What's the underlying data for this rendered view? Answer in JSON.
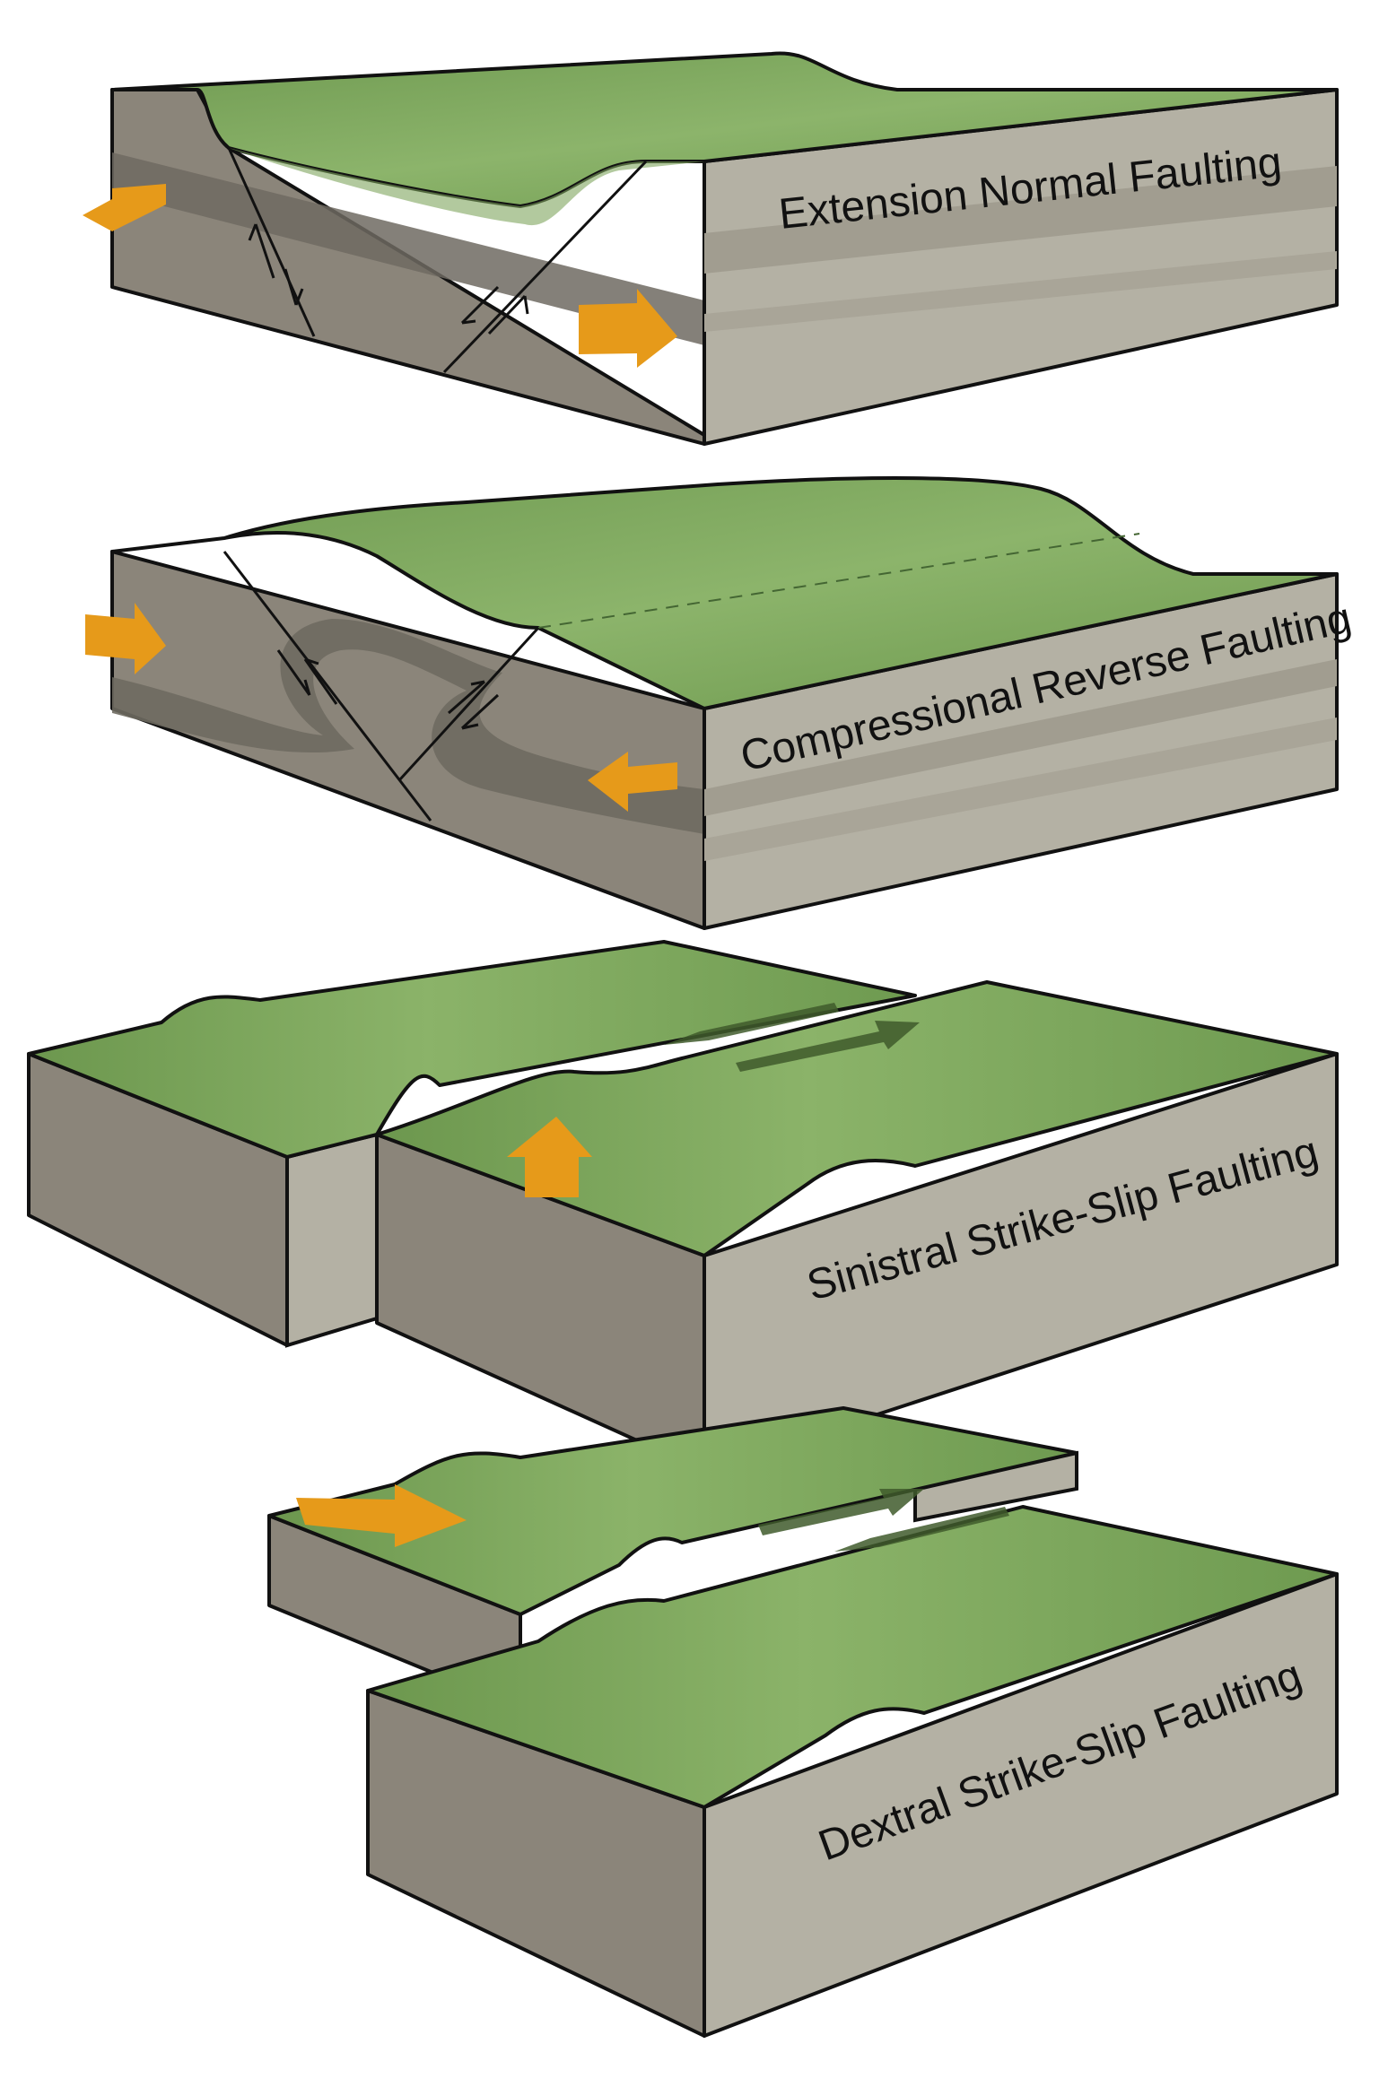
{
  "diagram": {
    "colors": {
      "terrain_green": "#6f9a51",
      "terrain_light": "#8db46b",
      "front_face_gray": "#b4b1a4",
      "side_face_gray": "#8b857a",
      "layer_dark": "#6e6a61",
      "arrow_orange": "#e69a1a",
      "outline": "#111111"
    },
    "panels": [
      {
        "label": "Extension Normal Faulting",
        "arrows": [
          "arrow-left",
          "arrow-right"
        ]
      },
      {
        "label": "Compressional Reverse Faulting",
        "arrows": [
          "arrow-right",
          "arrow-left"
        ]
      },
      {
        "label": "Sinistral Strike-Slip Faulting",
        "arrows": [
          "arrow-up"
        ]
      },
      {
        "label": "Dextral Strike-Slip Faulting",
        "arrows": [
          "arrow-right"
        ]
      }
    ]
  }
}
